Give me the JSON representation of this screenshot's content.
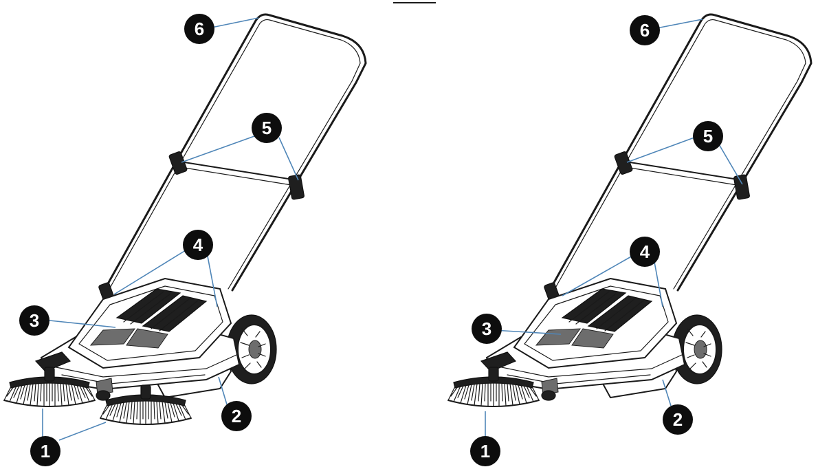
{
  "figures": [
    {
      "id": "dual-brush-sweeper",
      "callouts": [
        {
          "label": "1",
          "part": "side-brush"
        },
        {
          "label": "2",
          "part": "dustbin"
        },
        {
          "label": "3",
          "part": "main-body"
        },
        {
          "label": "4",
          "part": "handle-mount"
        },
        {
          "label": "5",
          "part": "handle-joint"
        },
        {
          "label": "6",
          "part": "handle-grip"
        }
      ]
    },
    {
      "id": "single-brush-sweeper",
      "callouts": [
        {
          "label": "1",
          "part": "side-brush"
        },
        {
          "label": "2",
          "part": "dustbin"
        },
        {
          "label": "3",
          "part": "main-body"
        },
        {
          "label": "4",
          "part": "handle-mount"
        },
        {
          "label": "5",
          "part": "handle-joint"
        },
        {
          "label": "6",
          "part": "handle-grip"
        }
      ]
    }
  ],
  "colors": {
    "badge": "#0d0d0d",
    "leader": "#4f86b8",
    "ink": "#1a1a1a",
    "background": "#ffffff"
  }
}
